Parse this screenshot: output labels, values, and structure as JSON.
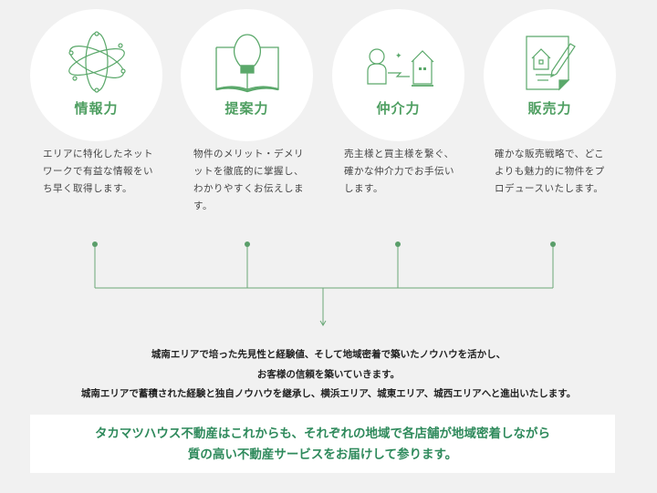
{
  "features": [
    {
      "icon": "atom-icon",
      "title": "情報力",
      "desc": "エリアに特化したネットワークで有益な情報をいち早く取得します。"
    },
    {
      "icon": "lightbulb-book-icon",
      "title": "提案力",
      "desc": "物件のメリット・デメリットを徹底的に掌握し、わかりやすくお伝えします。"
    },
    {
      "icon": "person-house-icon",
      "title": "仲介力",
      "desc": "売主様と買主様を繋ぐ、確かな仲介力でお手伝いします。"
    },
    {
      "icon": "document-pen-icon",
      "title": "販売力",
      "desc": "確かな販売戦略で、どこよりも魅力的に物件をプロデュースいたします。"
    }
  ],
  "message": {
    "line1": "城南エリアで培った先見性と経験値、そして地域密着で築いたノウハウを活かし、",
    "line2": "お客様の信頼を築いていきます。",
    "line3": "城南エリアで蓄積された経験と独自ノウハウを継承し、横浜エリア、城東エリア、城西エリアへと進出いたします。"
  },
  "highlight": {
    "line1": "タカマツハウス不動産はこれからも、それぞれの地域で各店舗が地域密着しながら",
    "line2": "質の高い不動産サービスをお届けして参ります。"
  },
  "colors": {
    "accent": "#4f9f62",
    "highlight": "#2f8a5c",
    "background": "#f1f1f1"
  }
}
